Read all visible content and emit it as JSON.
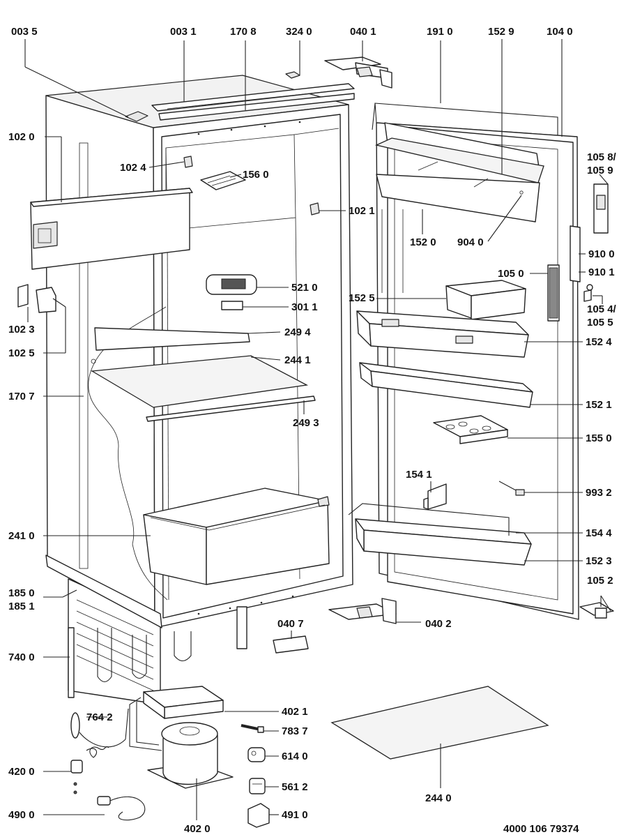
{
  "diagram": {
    "labels": {
      "p0035": "003 5",
      "p0031": "003 1",
      "p1708": "170 8",
      "p3240": "324 0",
      "p0401": "040 1",
      "p1910": "191 0",
      "p1529": "152 9",
      "p1040": "104 0",
      "p1020": "102 0",
      "p1024": "102 4",
      "p1560": "156 0",
      "p1021": "102 1",
      "p1058": "105 8/",
      "p1059": "105 9",
      "p1520": "152 0",
      "p9040": "904 0",
      "p9100": "910 0",
      "p9101": "910 1",
      "p1050": "105 0",
      "p5210": "521 0",
      "p3011": "301 1",
      "p1525": "152 5",
      "p1054": "105 4/",
      "p1055": "105 5",
      "p1023": "102 3",
      "p2494": "249 4",
      "p1524": "152 4",
      "p1025": "102 5",
      "p2441": "244 1",
      "p1707": "170 7",
      "p1521": "152 1",
      "p2493": "249 3",
      "p1550": "155 0",
      "p1541": "154 1",
      "p9932": "993 2",
      "p2410": "241 0",
      "p1544": "154 4",
      "p1523": "152 3",
      "p1052": "105 2",
      "p1850": "185 0",
      "p1851": "185 1",
      "p0407": "040 7",
      "p0402": "040 2",
      "p7400": "740 0",
      "p7642": "764 2",
      "p4021": "402 1",
      "p7837": "783 7",
      "p6140": "614 0",
      "p4200": "420 0",
      "p5612": "561 2",
      "p2440": "244 0",
      "p4900": "490 0",
      "p4910": "491 0",
      "p4020": "402 0",
      "drawing_number": "4000 106 79374"
    }
  }
}
